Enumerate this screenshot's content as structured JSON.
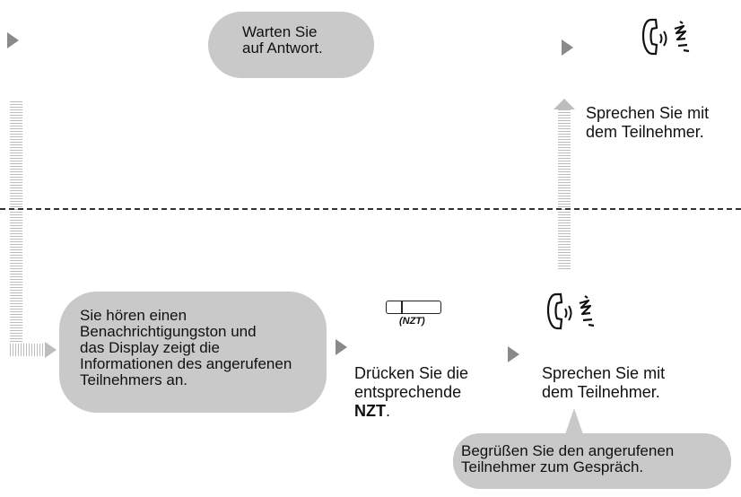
{
  "top": {
    "wait_bubble": [
      "Warten Sie",
      "auf Antwort."
    ],
    "speak_text": [
      "Sprechen Sie mit",
      "dem Teilnehmer."
    ]
  },
  "bottom": {
    "notify_bubble": [
      "Sie hören einen",
      "Benachrichtigungston und",
      "das Display zeigt die",
      "Informationen des angerufenen",
      "Teilnehmers an."
    ],
    "key_label": "(NZT)",
    "press_text_line1": "Drücken Sie die",
    "press_text_line2": "entsprechende",
    "press_text_bold": "NZT",
    "press_text_suffix": ".",
    "speak_text": [
      "Sprechen Sie mit",
      "dem Teilnehmer."
    ],
    "greet_bubble": [
      "Begrüßen Sie den angerufenen",
      "Teilnehmer zum Gespräch."
    ]
  },
  "icons": {
    "top_handset": "handset-speaking-icon",
    "bottom_handset": "handset-speaking-icon",
    "arrow": "triangle-arrow-icon"
  }
}
